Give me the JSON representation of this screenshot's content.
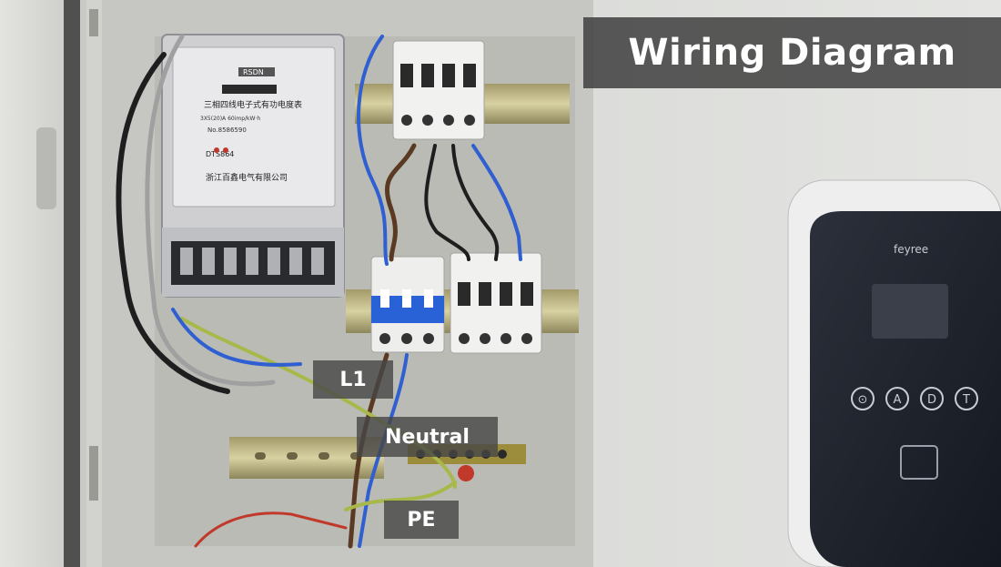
{
  "overlay": {
    "title": "Wiring Diagram",
    "labels": {
      "l1": "L1",
      "neutral": "Neutral",
      "pe": "PE"
    }
  },
  "meter": {
    "brand": "RSDN",
    "line1": "三相四线电子式有功电度表",
    "line2": "3X5(20)A  60imp/kW·h",
    "serial": "No.8586590",
    "model": "DTS864",
    "manufacturer": "浙江百鑫电气有限公司"
  },
  "charger": {
    "brand": "feyree",
    "buttons": [
      "⊙",
      "A",
      "D",
      "T"
    ]
  },
  "colors": {
    "wall": "#d9dad6",
    "cabinet": "#c7c8c3",
    "backplate": "#bcbdb7",
    "wire_blue": "#2f5fd0",
    "wire_brown": "#5a3a22",
    "wire_black": "#1e1e1e",
    "wire_green_yellow": "#a8b84a",
    "breaker_blue": "#2862d6",
    "charger_face": "#1f232d"
  }
}
